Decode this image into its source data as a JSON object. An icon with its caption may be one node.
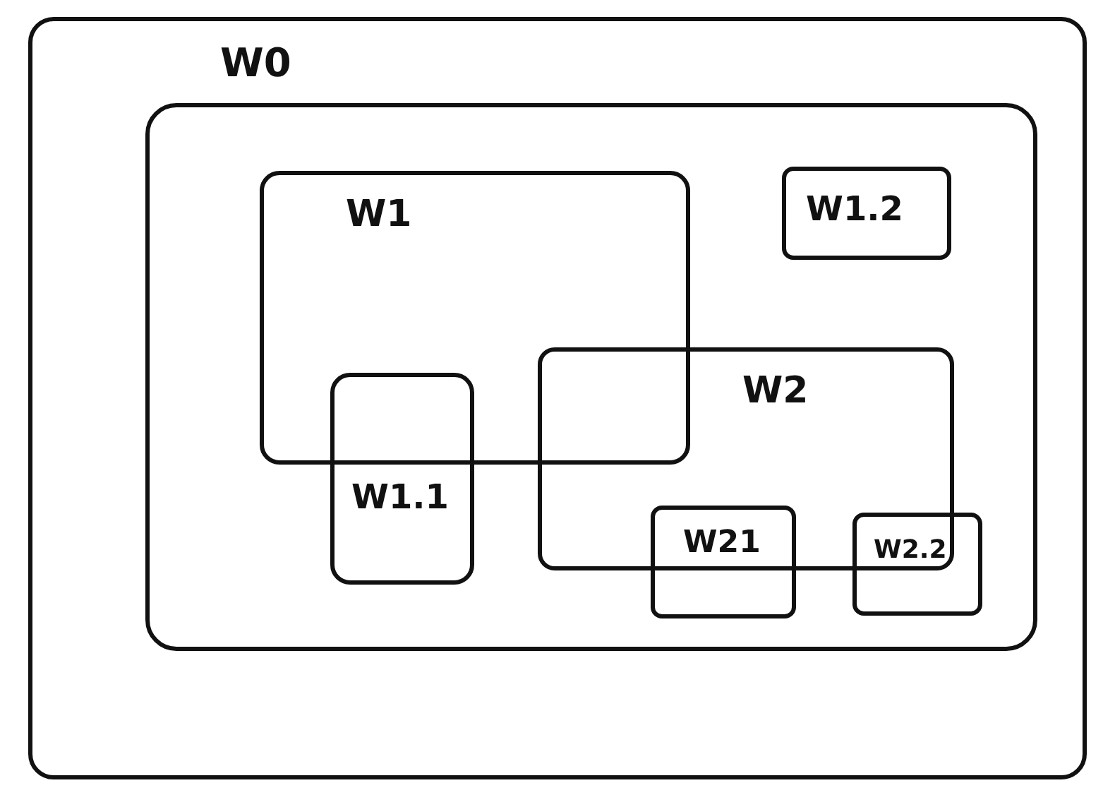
{
  "diagram": {
    "nodes": [
      {
        "text": [],
        "shape": "box"
      },
      {
        "text": [
          "W0"
        ],
        "in": 0
      },
      {
        "text": [
          "W1"
        ],
        "in": 1
      },
      {
        "text": [
          "W1.2"
        ],
        "in": 1
      },
      {
        "text": [
          "W2"
        ],
        "in": 1
      },
      {
        "text": [
          "W1.1"
        ],
        "in": 1
      },
      {
        "text": [
          "W21"
        ],
        "in": 1
      },
      {
        "text": [
          "W2.2"
        ],
        "in": 1
      }
    ]
  }
}
